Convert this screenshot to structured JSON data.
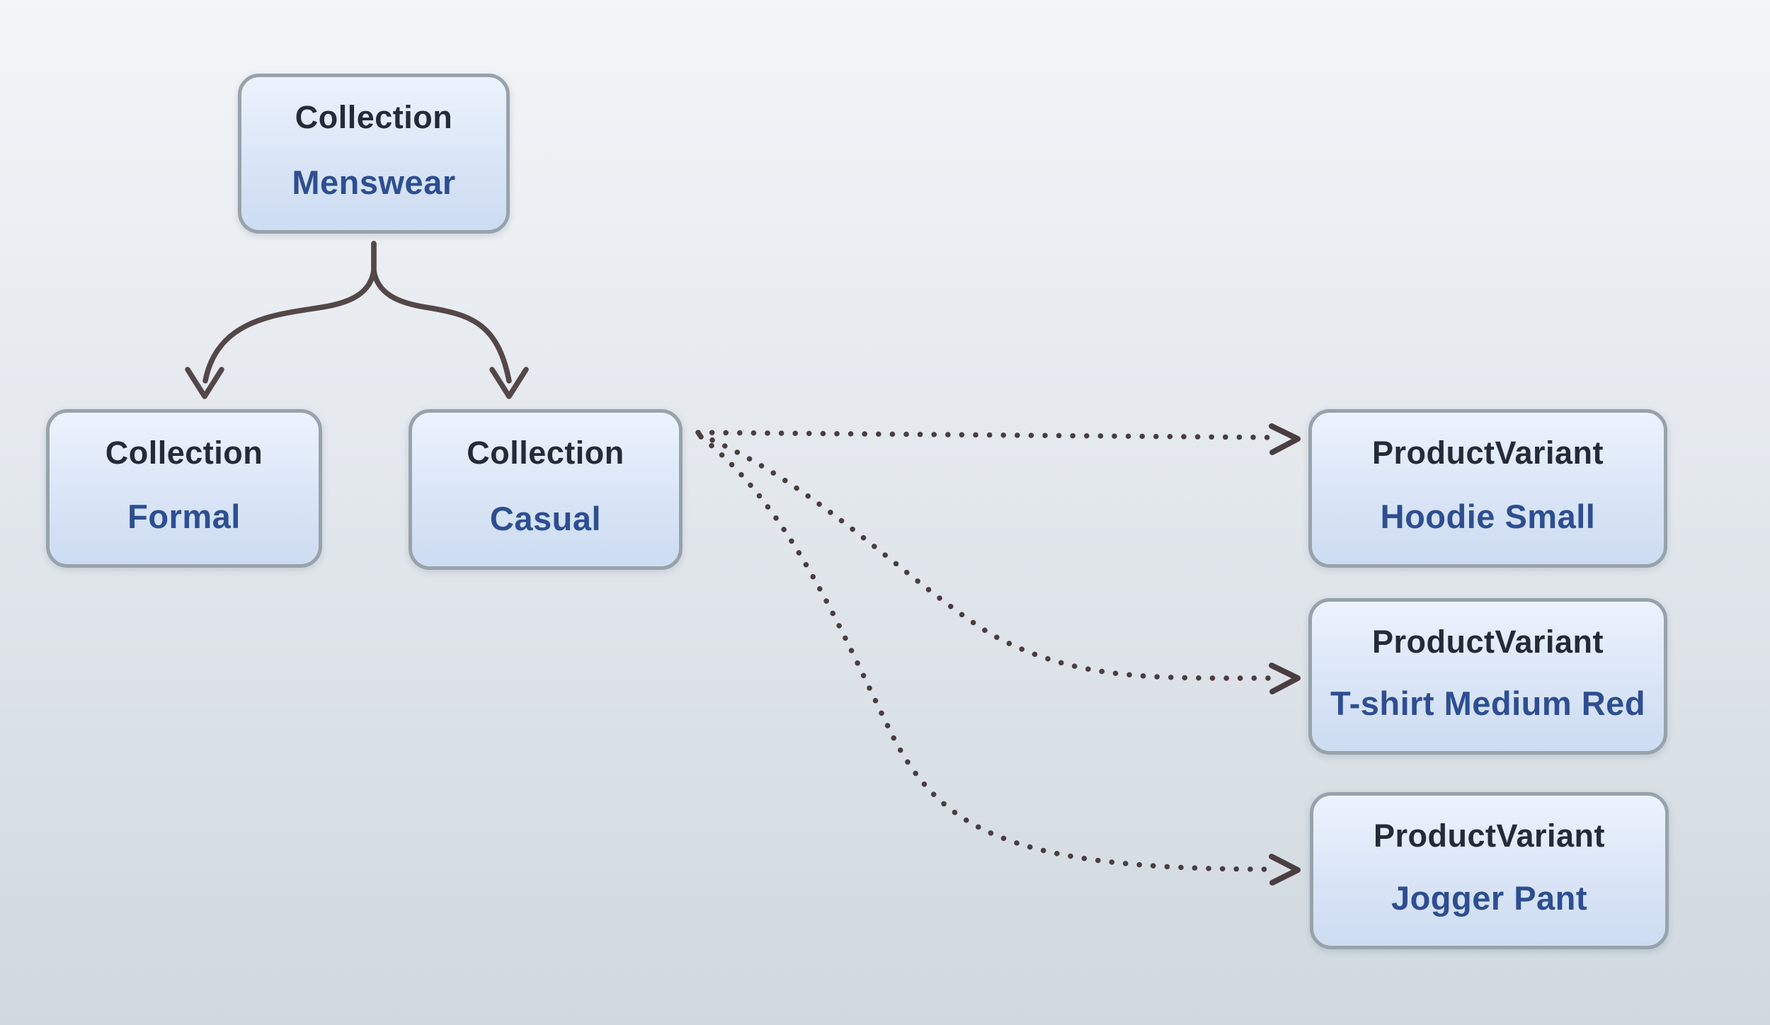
{
  "diagram": {
    "nodes": {
      "menswear": {
        "entity": "Collection",
        "name": "Menswear"
      },
      "formal": {
        "entity": "Collection",
        "name": "Formal"
      },
      "casual": {
        "entity": "Collection",
        "name": "Casual"
      },
      "hoodie": {
        "entity": "ProductVariant",
        "name": "Hoodie Small"
      },
      "tshirt": {
        "entity": "ProductVariant",
        "name": "T-shirt Medium Red"
      },
      "jogger": {
        "entity": "ProductVariant",
        "name": "Jogger Pant"
      }
    },
    "edges": [
      {
        "from": "Collection Menswear",
        "to": "Collection Formal",
        "style": "solid",
        "arrowhead": "open-v"
      },
      {
        "from": "Collection Menswear",
        "to": "Collection Casual",
        "style": "solid",
        "arrowhead": "open-v"
      },
      {
        "from": "Collection Casual",
        "to": "ProductVariant Hoodie Small",
        "style": "dotted",
        "arrowhead": "open-v"
      },
      {
        "from": "Collection Casual",
        "to": "ProductVariant T-shirt Medium Red",
        "style": "dotted",
        "arrowhead": "open-v"
      },
      {
        "from": "Collection Casual",
        "to": "ProductVariant Jogger Pant",
        "style": "dotted",
        "arrowhead": "open-v"
      }
    ],
    "colors": {
      "entity_text": "#242b37",
      "name_text": "#2d4e91",
      "solid_edge": "#534748",
      "dotted_edge": "#4a3e40",
      "node_border": "#98a2ab",
      "node_fill_top": "#ecf3fd",
      "node_fill_bottom": "#cddcf1"
    }
  }
}
